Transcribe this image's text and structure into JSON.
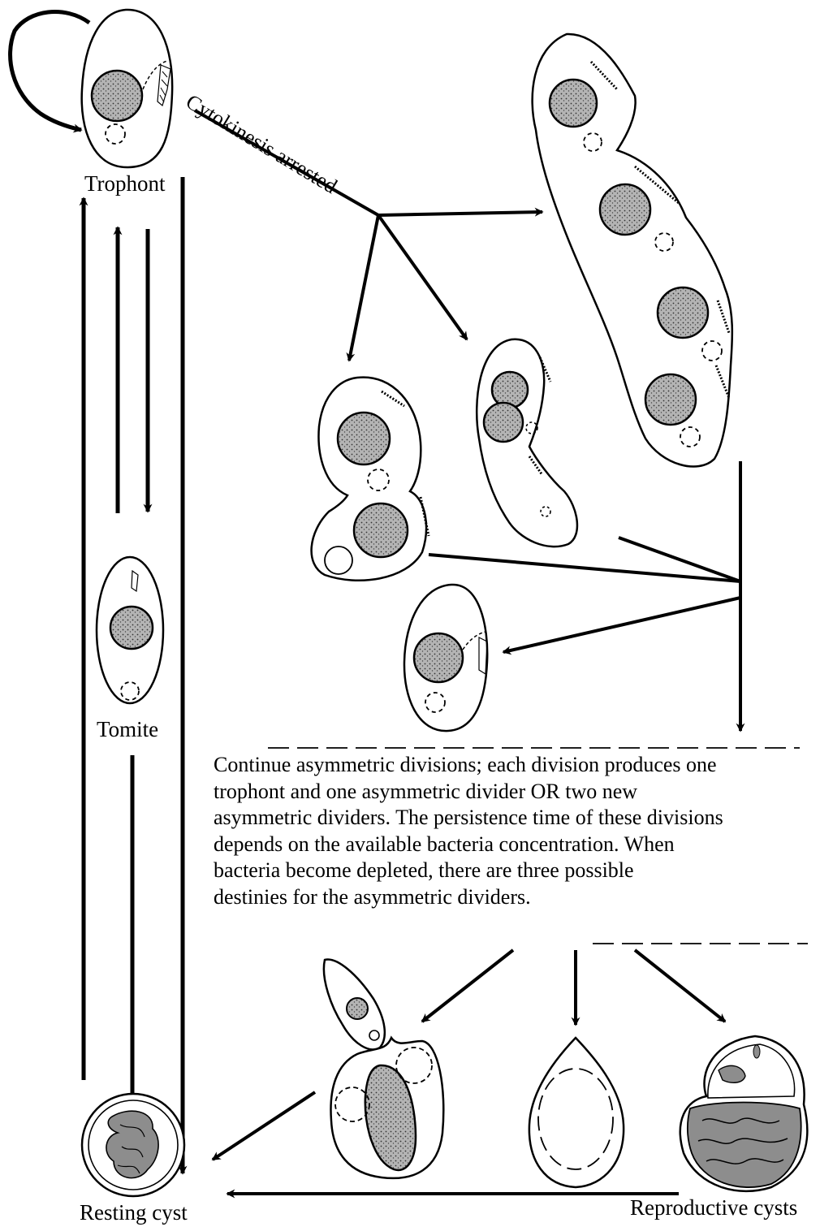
{
  "labels": {
    "trophont": "Trophont",
    "tomite": "Tomite",
    "resting_cyst": "Resting cyst",
    "reproductive_cysts": "Reproductive cysts",
    "cytokinesis_arrested": "Cytokinesis arrested"
  },
  "description": {
    "lines": [
      "Continue asymmetric divisions; each division produces one",
      "trophont and one asymmetric divider OR two new",
      "asymmetric dividers. The persistence time of these divisions",
      "depends on the available bacteria concentration. When",
      "bacteria become depleted, there are three possible",
      "destinies for the asymmetric dividers."
    ]
  },
  "colors": {
    "ink": "#000000",
    "nucleus_fill": "#9a9a9a",
    "background": "#ffffff"
  }
}
